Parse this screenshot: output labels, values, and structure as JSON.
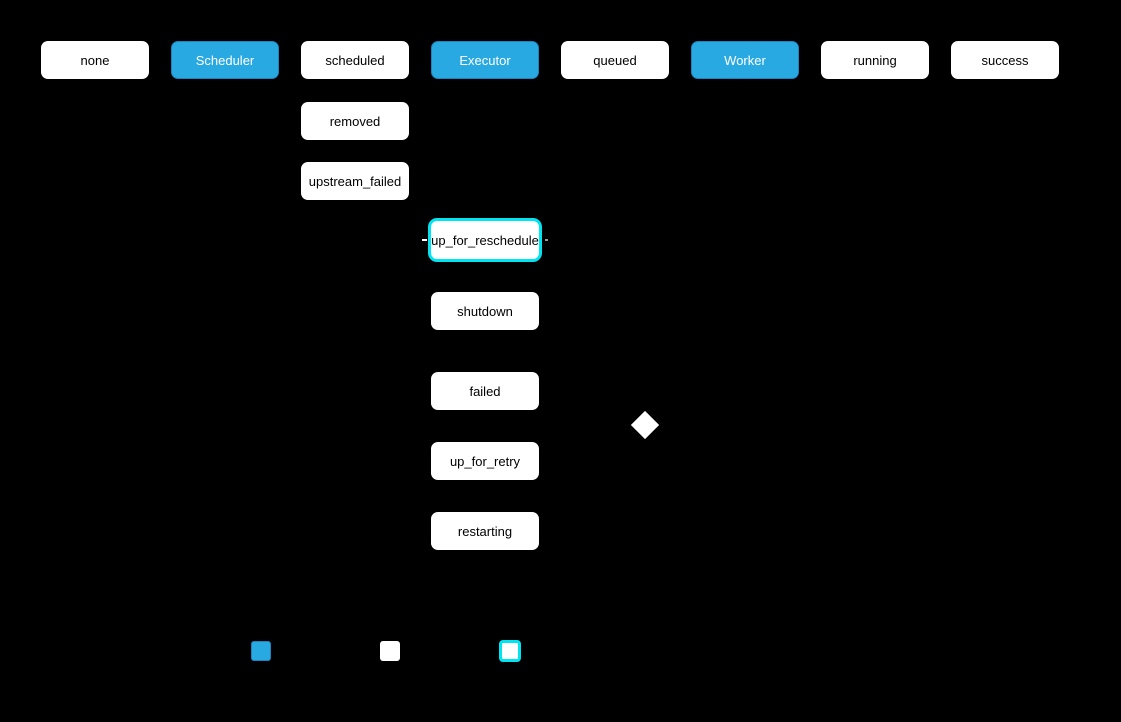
{
  "colors": {
    "background": "#000000",
    "component_fill": "#29a9e1",
    "component_border": "#1b85c4",
    "component_text": "#ffffff",
    "state_fill": "#ffffff",
    "state_text": "#000000",
    "highlight_border": "#00e5f2",
    "decision_fill": "#ffffff"
  },
  "nodes": {
    "none": {
      "label": "none",
      "kind": "state"
    },
    "scheduler": {
      "label": "Scheduler",
      "kind": "component"
    },
    "scheduled": {
      "label": "scheduled",
      "kind": "state"
    },
    "executor": {
      "label": "Executor",
      "kind": "component"
    },
    "queued": {
      "label": "queued",
      "kind": "state"
    },
    "worker": {
      "label": "Worker",
      "kind": "component"
    },
    "running": {
      "label": "running",
      "kind": "state"
    },
    "success": {
      "label": "success",
      "kind": "state"
    },
    "removed": {
      "label": "removed",
      "kind": "state"
    },
    "upstream_failed": {
      "label": "upstream_failed",
      "kind": "state"
    },
    "up_for_reschedule": {
      "label": "up_for_reschedule",
      "kind": "state",
      "highlighted": true
    },
    "shutdown": {
      "label": "shutdown",
      "kind": "state"
    },
    "failed": {
      "label": "failed",
      "kind": "state"
    },
    "up_for_retry": {
      "label": "up_for_retry",
      "kind": "state"
    },
    "restarting": {
      "label": "restarting",
      "kind": "state"
    }
  },
  "decision": {
    "shape": "diamond",
    "fill": "#ffffff"
  },
  "legend": {
    "swatches": [
      {
        "name": "component-swatch",
        "style": "blue-fill"
      },
      {
        "name": "state-swatch",
        "style": "white-fill"
      },
      {
        "name": "highlighted-state-swatch",
        "style": "white-fill-cyan-border"
      }
    ]
  }
}
